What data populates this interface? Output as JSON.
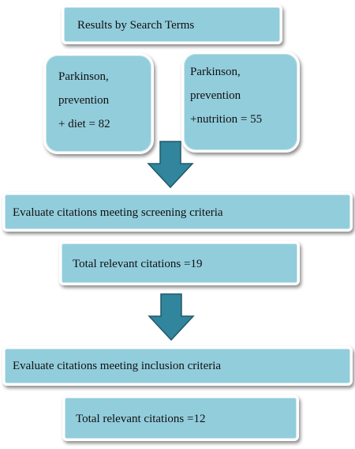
{
  "diagram": {
    "search_header": "Results by Search Terms",
    "left_terms": {
      "line1": "Parkinson,",
      "line2": "prevention",
      "line3": "+ diet = 82"
    },
    "right_terms": {
      "line1": "Parkinson,",
      "line2": "prevention",
      "line3": "+nutrition = 55"
    },
    "screening_step": "Evaluate citations meeting screening criteria",
    "screening_result": "Total relevant citations =19",
    "inclusion_step": "Evaluate citations meeting inclusion criteria",
    "inclusion_result": "Total relevant citations =12"
  },
  "colors": {
    "box_fill": "#92cddc",
    "arrow_fill": "#31859c",
    "arrow_stroke": "#215968"
  }
}
